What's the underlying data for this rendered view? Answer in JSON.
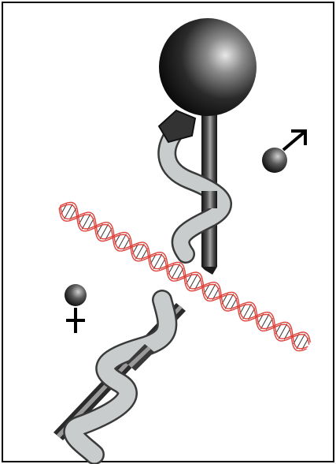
{
  "illustration": {
    "symbols": {
      "male": "male-symbol-icon",
      "female": "female-symbol-icon"
    },
    "elements": [
      "caduceus-staff-upper",
      "caduceus-staff-lower",
      "serpent-body",
      "serpent-head",
      "sphere-knob",
      "dna-double-helix"
    ]
  },
  "colors": {
    "frame_border": "#000000",
    "background": "#ffffff",
    "dna_strand": "#e0413a",
    "dna_rung": "#333333",
    "serpent_fill": "#c8cccc",
    "serpent_stroke": "#3a3a3a",
    "staff_dark": "#1a1a1a",
    "staff_light": "#8f8f8f",
    "sphere_dark": "#0e0e0e",
    "sphere_light": "#d8d8d8"
  }
}
